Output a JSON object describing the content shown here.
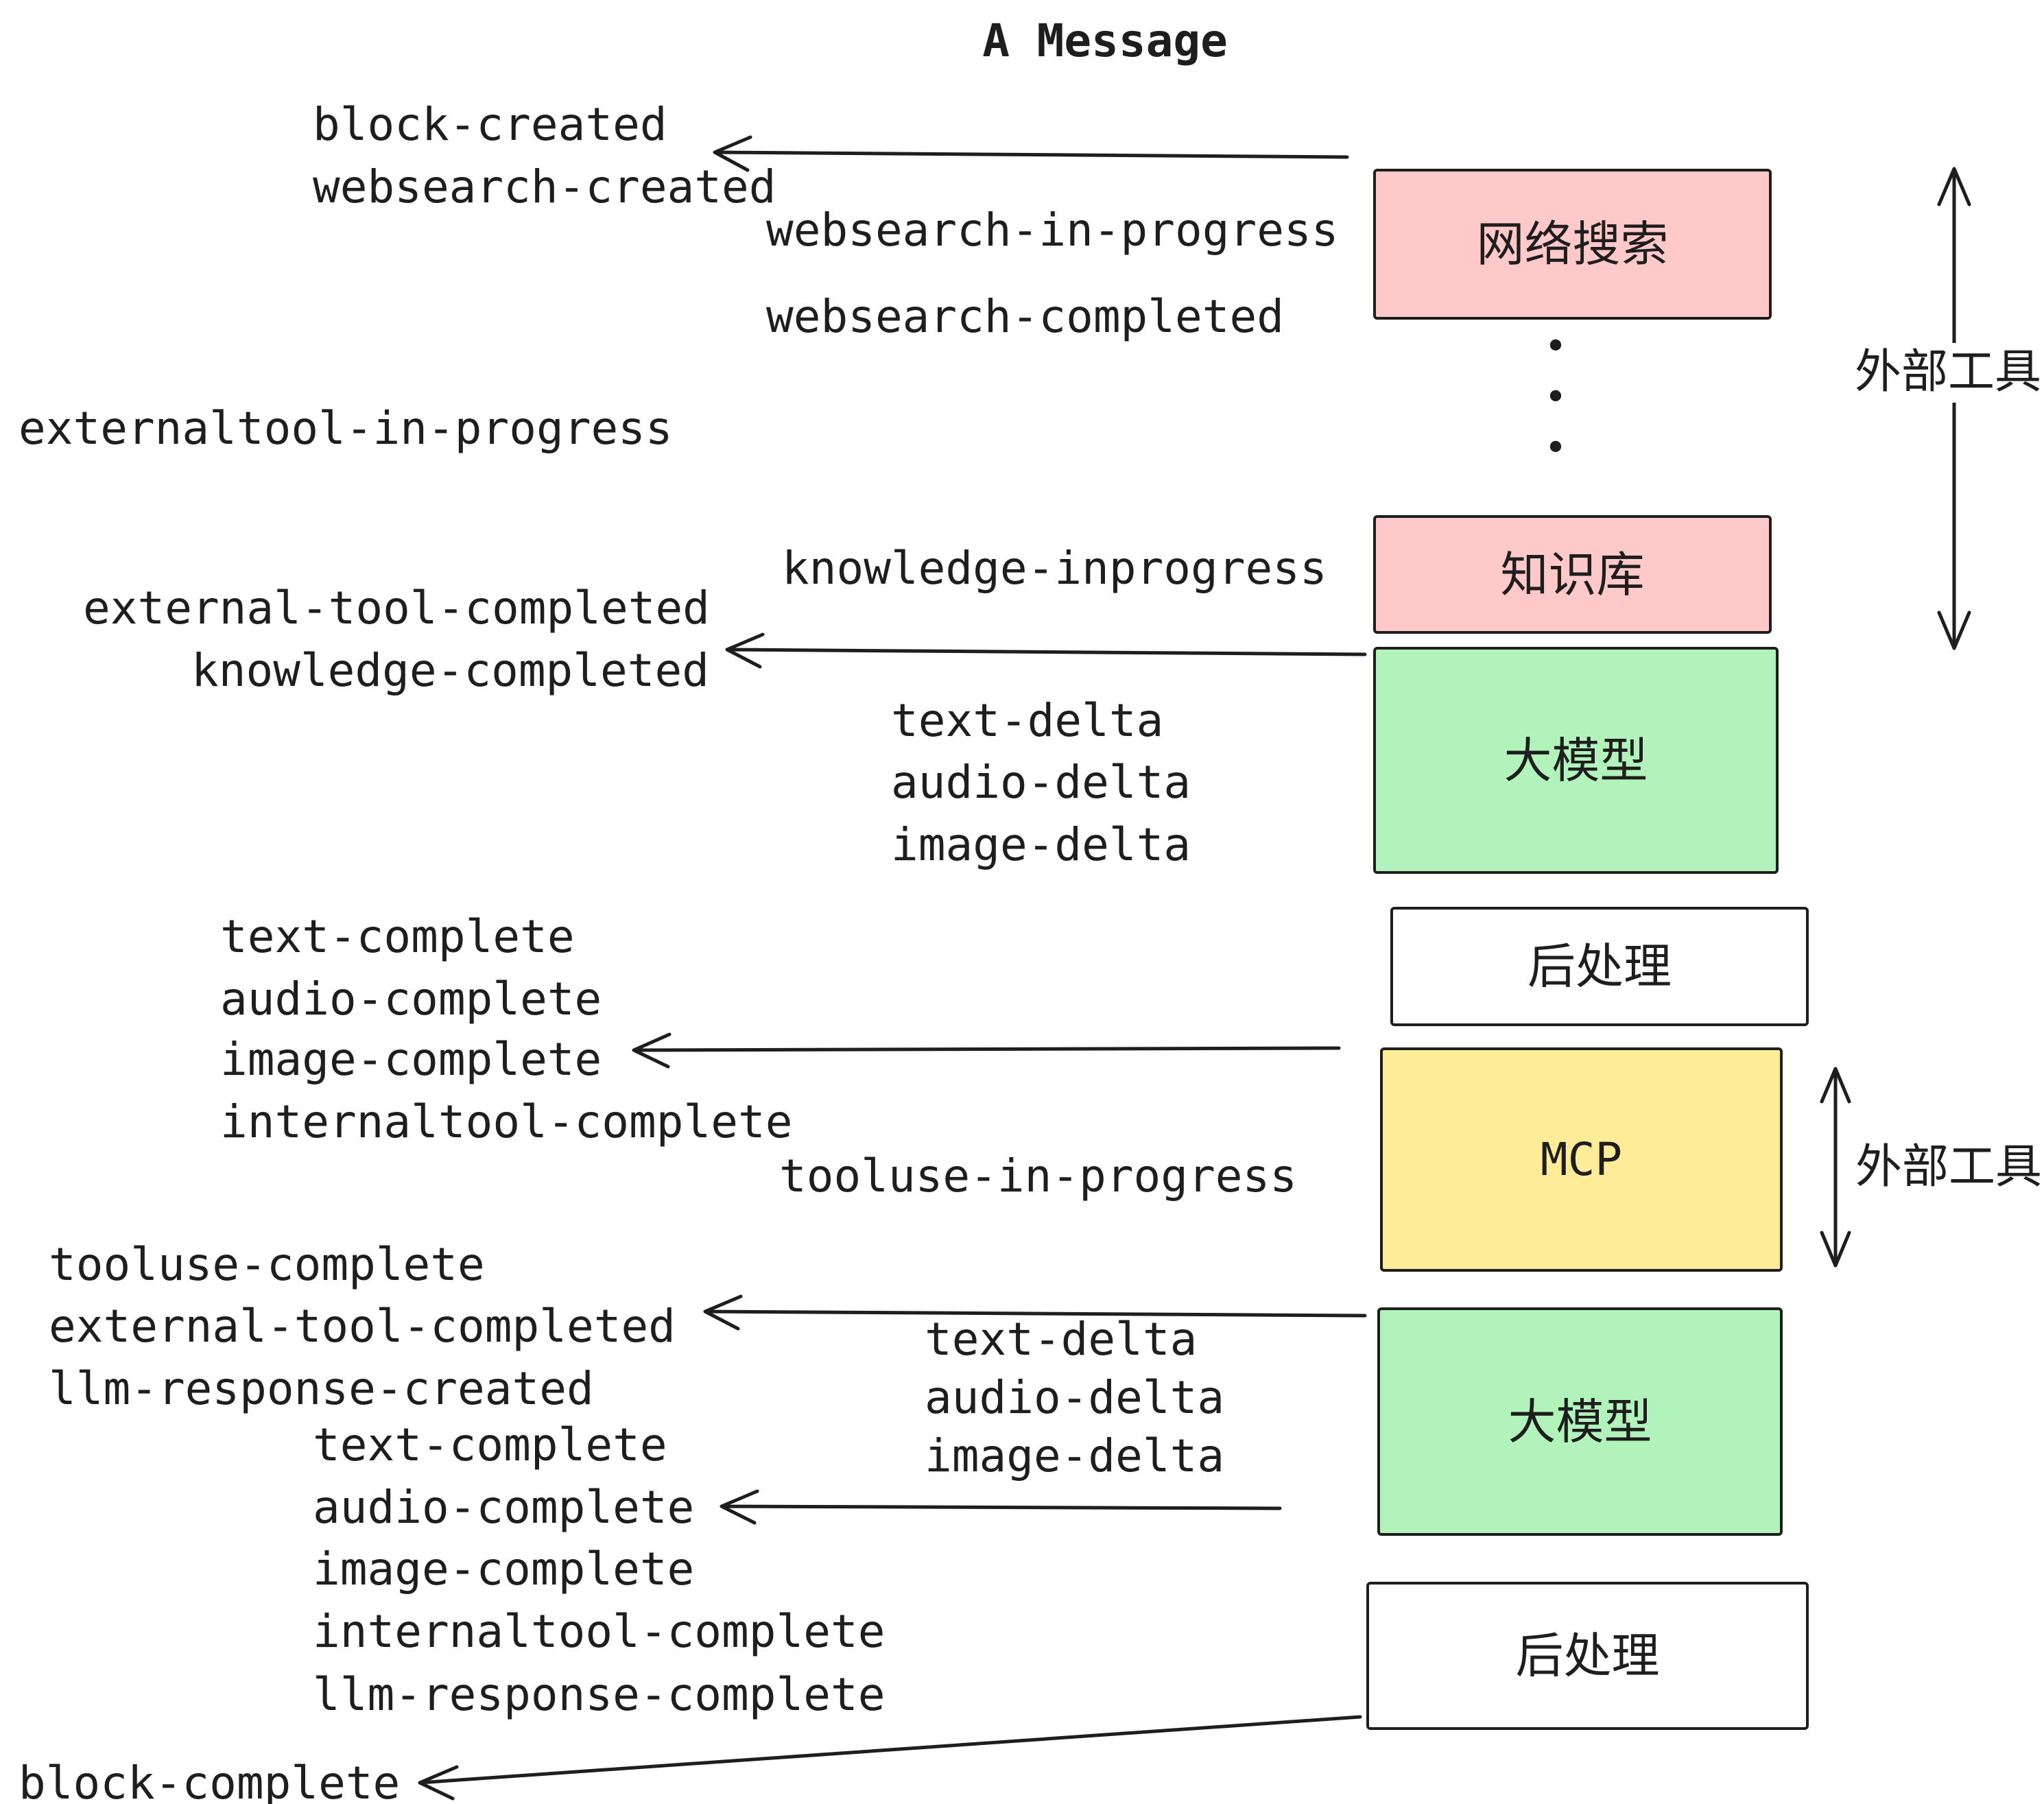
{
  "title": "A Message",
  "events": {
    "block_created": "block-created",
    "websearch_created": "websearch-created",
    "websearch_in_progress": "websearch-in-progress",
    "websearch_completed": "websearch-completed",
    "externaltool_in_progress": "externaltool-in-progress",
    "knowledge_inprogress": "knowledge-inprogress",
    "external_tool_completed": "external-tool-completed",
    "knowledge_completed": "knowledge-completed",
    "text_delta": "text-delta",
    "audio_delta": "audio-delta",
    "image_delta": "image-delta",
    "text_complete": "text-complete",
    "audio_complete": "audio-complete",
    "image_complete": "image-complete",
    "internaltool_complete": "internaltool-complete",
    "tooluse_in_progress": "tooluse-in-progress",
    "tooluse_complete": "tooluse-complete",
    "llm_response_created": "llm-response-created",
    "llm_response_complete": "llm-response-complete",
    "block_complete": "block-complete"
  },
  "boxes": {
    "websearch": "网络搜索",
    "knowledge": "知识库",
    "llm": "大模型",
    "postprocess": "后处理",
    "mcp": "MCP"
  },
  "annotations": {
    "external_tools": "外部工具",
    "dot": "•"
  },
  "colors": {
    "pink": "#ffc9c9",
    "green": "#b2f2bb",
    "yellow": "#ffec99",
    "ink": "#1e1e1e",
    "background": "#ffffff"
  }
}
